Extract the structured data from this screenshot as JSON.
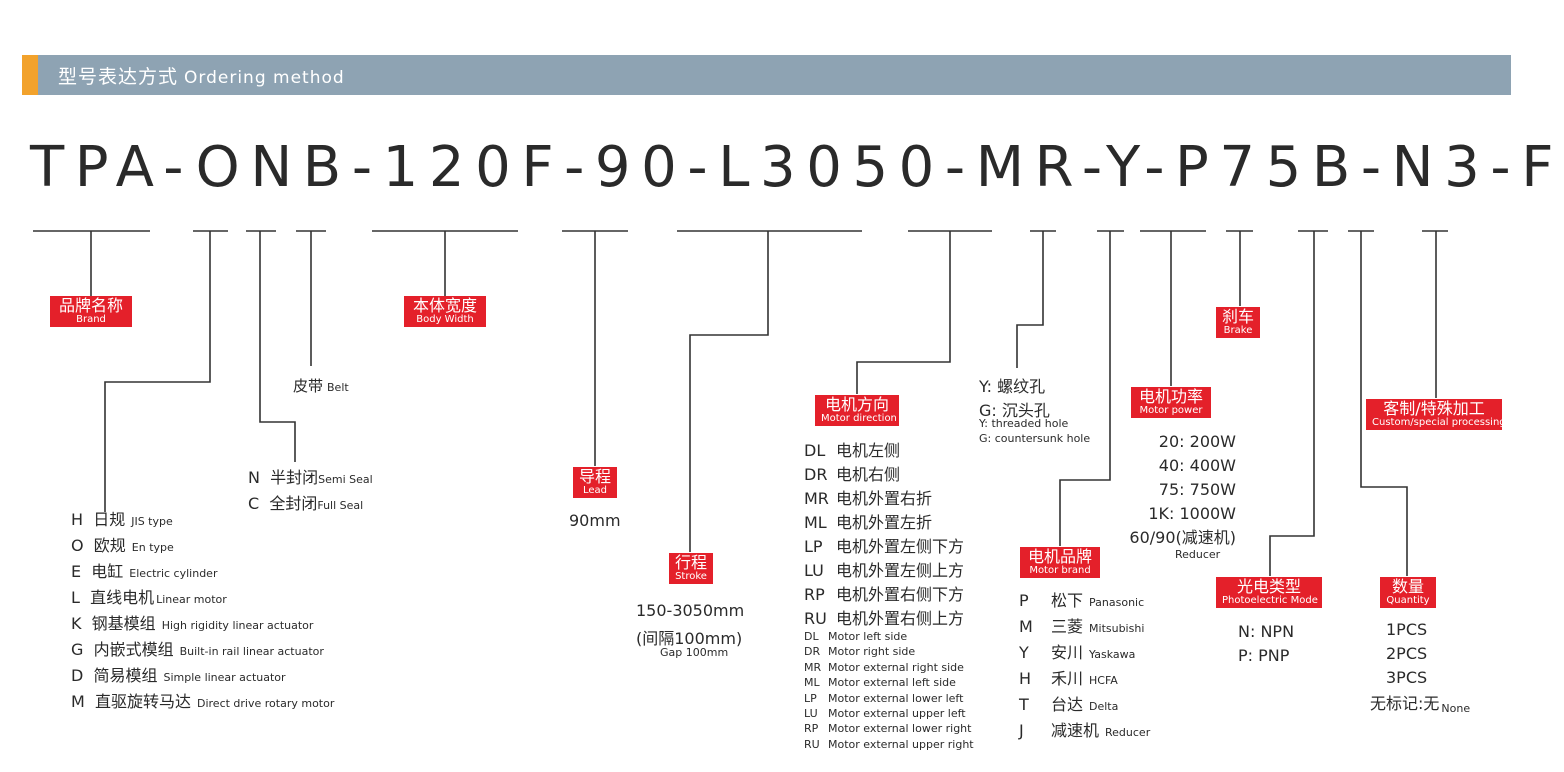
{
  "header": {
    "title_zh": "型号表达方式",
    "title_en": "Ordering method"
  },
  "model_code": "TPA-ONB-120F-90-L3050-MR-Y-P75B-N3-F",
  "brand": {
    "zh": "品牌名称",
    "en": "Brand"
  },
  "body_width": {
    "zh": "本体宽度",
    "en": "Body Width"
  },
  "lead": {
    "zh": "导程",
    "en": "Lead",
    "value": "90mm"
  },
  "stroke": {
    "zh": "行程",
    "en": "Stroke",
    "value": "150-3050mm",
    "note": "(间隔100mm)",
    "note_en": "Gap 100mm"
  },
  "motor_direction": {
    "zh": "电机方向",
    "en": "Motor direction",
    "items": [
      {
        "code": "DL",
        "zh": "电机左侧"
      },
      {
        "code": "DR",
        "zh": "电机右侧"
      },
      {
        "code": "MR",
        "zh": "电机外置右折"
      },
      {
        "code": "ML",
        "zh": "电机外置左折"
      },
      {
        "code": "LP",
        "zh": "电机外置左侧下方"
      },
      {
        "code": "LU",
        "zh": "电机外置左侧上方"
      },
      {
        "code": "RP",
        "zh": "电机外置右侧下方"
      },
      {
        "code": "RU",
        "zh": "电机外置右侧上方"
      }
    ],
    "items_en": [
      {
        "code": "DL",
        "en": "Motor left side"
      },
      {
        "code": "DR",
        "en": "Motor right  side"
      },
      {
        "code": "MR",
        "en": "Motor external right side"
      },
      {
        "code": "ML",
        "en": "Motor external left side"
      },
      {
        "code": "LP",
        "en": "Motor external lower left"
      },
      {
        "code": "LU",
        "en": "Motor external upper left"
      },
      {
        "code": "RP",
        "en": "Motor external lower right"
      },
      {
        "code": "RU",
        "en": "Motor external upper right"
      }
    ]
  },
  "hole": {
    "y": "Y: 螺纹孔",
    "g": "G: 沉头孔",
    "y_en": "Y: threaded hole",
    "g_en": "G: countersunk hole"
  },
  "motor_brand": {
    "zh": "电机品牌",
    "en": "Motor brand",
    "items": [
      {
        "code": "P",
        "zh": "松下",
        "en": "Panasonic"
      },
      {
        "code": "M",
        "zh": "三菱",
        "en": "Mitsubishi"
      },
      {
        "code": "Y",
        "zh": "安川",
        "en": "Yaskawa"
      },
      {
        "code": "H",
        "zh": "禾川",
        "en": "HCFA"
      },
      {
        "code": "T",
        "zh": "台达",
        "en": "Delta"
      },
      {
        "code": "J",
        "zh": "减速机",
        "en": "Reducer"
      }
    ]
  },
  "motor_power": {
    "zh": "电机功率",
    "en": "Motor power",
    "items": [
      "20: 200W",
      "40: 400W",
      "75: 750W",
      "1K: 1000W",
      "60/90(减速机)"
    ],
    "note": "Reducer"
  },
  "brake": {
    "zh": "刹车",
    "en": "Brake"
  },
  "photo": {
    "zh": "光电类型",
    "en": "Photoelectric Mode",
    "items": [
      "N: NPN",
      "P: PNP"
    ]
  },
  "quantity": {
    "zh": "数量",
    "en": "Quantity",
    "items": [
      "1PCS",
      "2PCS",
      "3PCS"
    ],
    "none": "无标记:无",
    "none_en": "None"
  },
  "custom": {
    "zh": "客制/特殊加工",
    "en": "Custom/special processing"
  },
  "belt": {
    "zh": "皮带",
    "en": "Belt"
  },
  "seal": {
    "items": [
      {
        "code": "N",
        "zh": "半封闭",
        "en": "Semi Seal"
      },
      {
        "code": "C",
        "zh": "全封闭",
        "en": "Full Seal"
      }
    ]
  },
  "type": {
    "items": [
      {
        "code": "H",
        "zh": "日规",
        "en": "JIS type"
      },
      {
        "code": "O",
        "zh": "欧规",
        "en": "En type"
      },
      {
        "code": "E",
        "zh": "电缸",
        "en": "Electric cylinder"
      },
      {
        "code": "L",
        "zh": "直线电机",
        "en": "Linear motor"
      },
      {
        "code": "K",
        "zh": "钢基模组",
        "en": "High rigidity linear actuator"
      },
      {
        "code": "G",
        "zh": "内嵌式模组",
        "en": "Built-in rail linear actuator"
      },
      {
        "code": "D",
        "zh": "简易模组",
        "en": "Simple linear actuator"
      },
      {
        "code": "M",
        "zh": "直驱旋转马达",
        "en": "Direct drive rotary motor"
      }
    ]
  },
  "colors": {
    "header": "#8ea3b3",
    "accent": "#f2a22c",
    "tag": "#e4202a"
  }
}
